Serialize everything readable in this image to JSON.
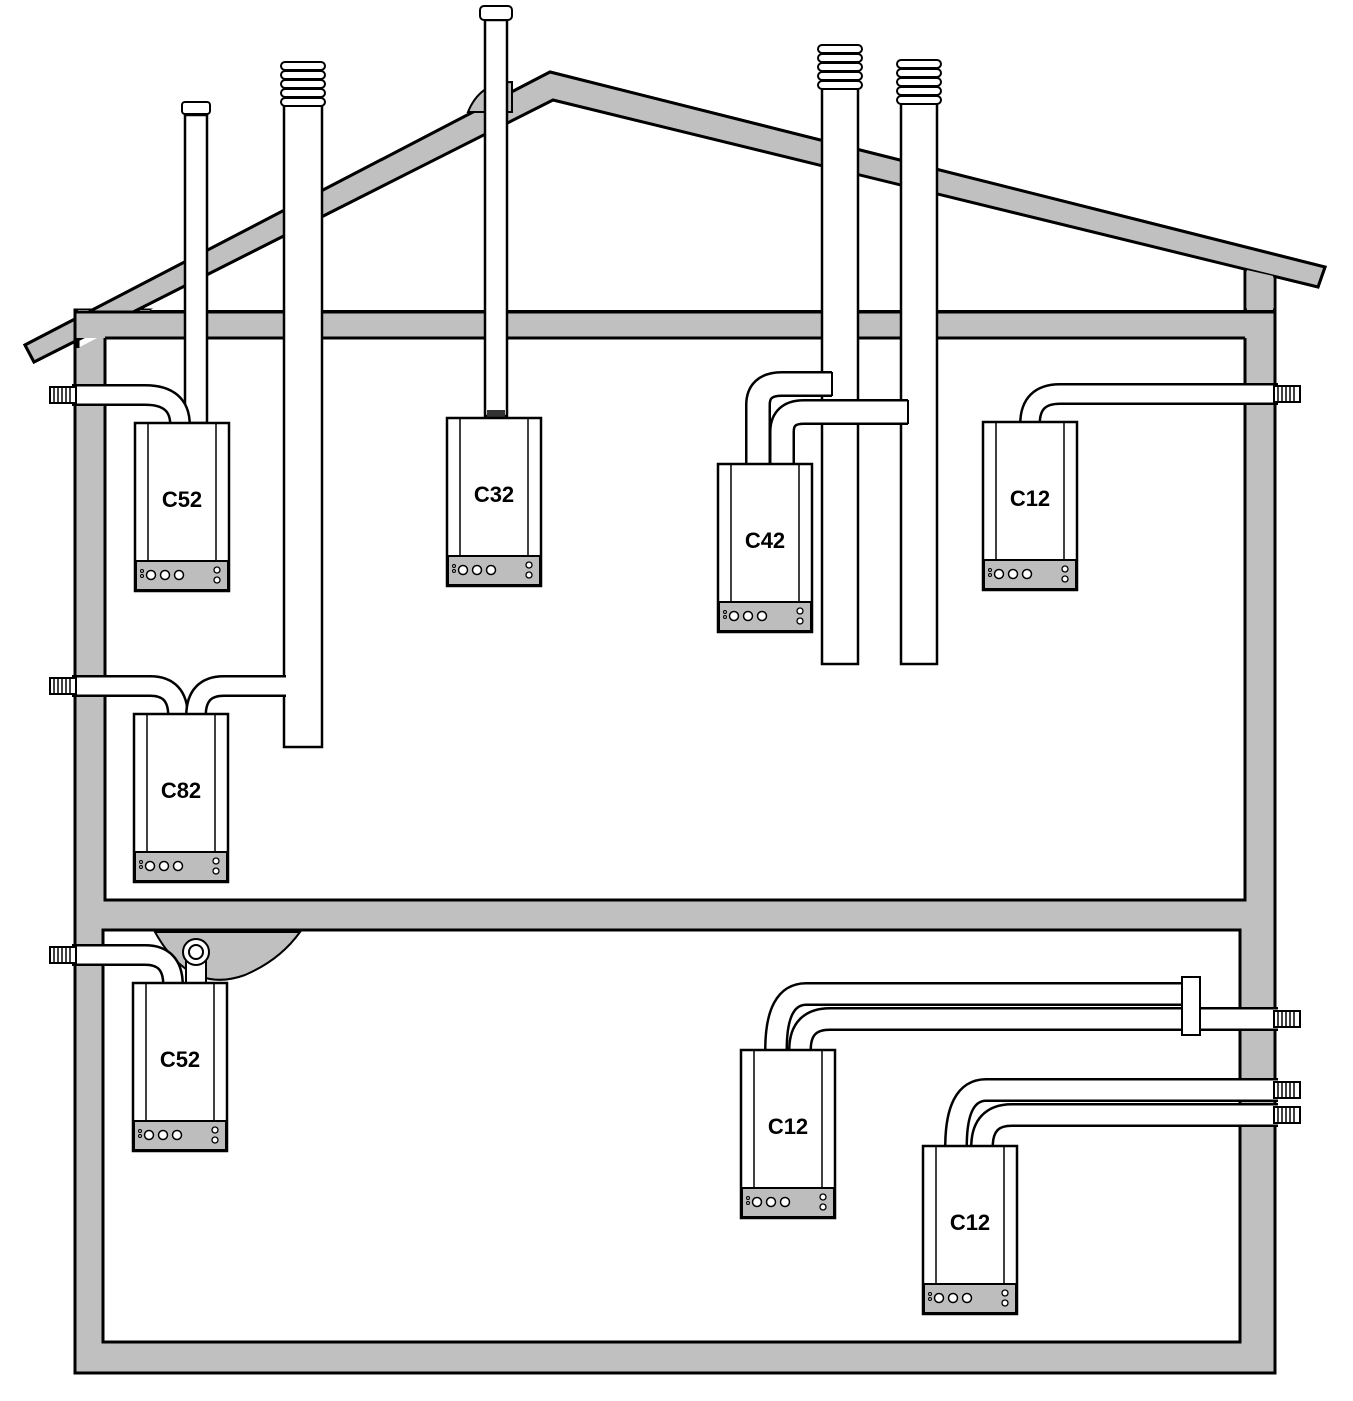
{
  "labels": {
    "top_left": "C52",
    "top_center": "C32",
    "top_mid_right": "C42",
    "top_right": "C12",
    "mid_left": "C82",
    "bottom_left": "C52",
    "bottom_center": "C12",
    "bottom_right": "C12"
  },
  "colors": {
    "wall": "#c0c0c0",
    "control_panel": "#bdbdbd",
    "outline": "#000000"
  }
}
